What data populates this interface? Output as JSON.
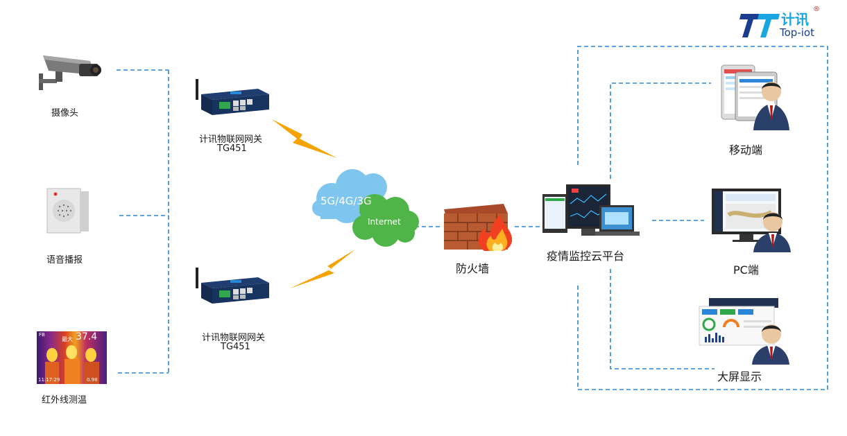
{
  "logo": {
    "chinese": "计讯",
    "english": "Top-iot",
    "mark": "TT",
    "registered": "®"
  },
  "devices": {
    "camera": {
      "label": "摄像头",
      "icon": "security-camera-icon"
    },
    "speaker": {
      "label": "语音播报",
      "icon": "speaker-box-icon"
    },
    "thermal": {
      "label": "红外线测温",
      "icon": "thermal-image-icon",
      "reading_top": "37.4",
      "reading_bottom": "0.98",
      "time": "11:17:29",
      "badge": "FB",
      "tag": "最大"
    }
  },
  "gateways": [
    {
      "name": "计讯物联网网关",
      "model": "TG451"
    },
    {
      "name": "计讯物联网网关",
      "model": "TG451"
    }
  ],
  "network": {
    "cloud_top": "5G/4G/3G",
    "cloud_bottom": "Internet"
  },
  "firewall": {
    "label": "防火墙"
  },
  "platform": {
    "label": "疫情监控云平台"
  },
  "clients": {
    "mobile": {
      "label": "移动端"
    },
    "pc": {
      "label": "PC端"
    },
    "bigscreen": {
      "label": "大屏显示"
    }
  },
  "colors": {
    "dash": "#2a86d6",
    "brand": "#1aa6e0",
    "lightning": "#f5a300",
    "cloud_blue": "#7fc6ee",
    "cloud_green": "#4fb548"
  }
}
